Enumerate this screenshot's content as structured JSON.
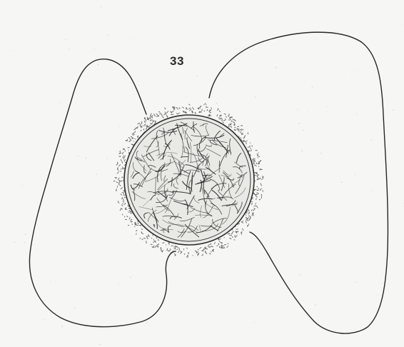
{
  "plate": {
    "figure_number": "33",
    "paper_color": "#f6f6f4",
    "ink_color": "#262626",
    "stipple_color": "#5a5a5a"
  },
  "specimen": {
    "parts": [
      {
        "name": "left-lobe",
        "kind": "outline"
      },
      {
        "name": "right-lobe",
        "kind": "outline"
      },
      {
        "name": "central-body",
        "kind": "reticulated-sphere"
      },
      {
        "name": "granular-halo",
        "kind": "stippled-ring"
      }
    ]
  }
}
